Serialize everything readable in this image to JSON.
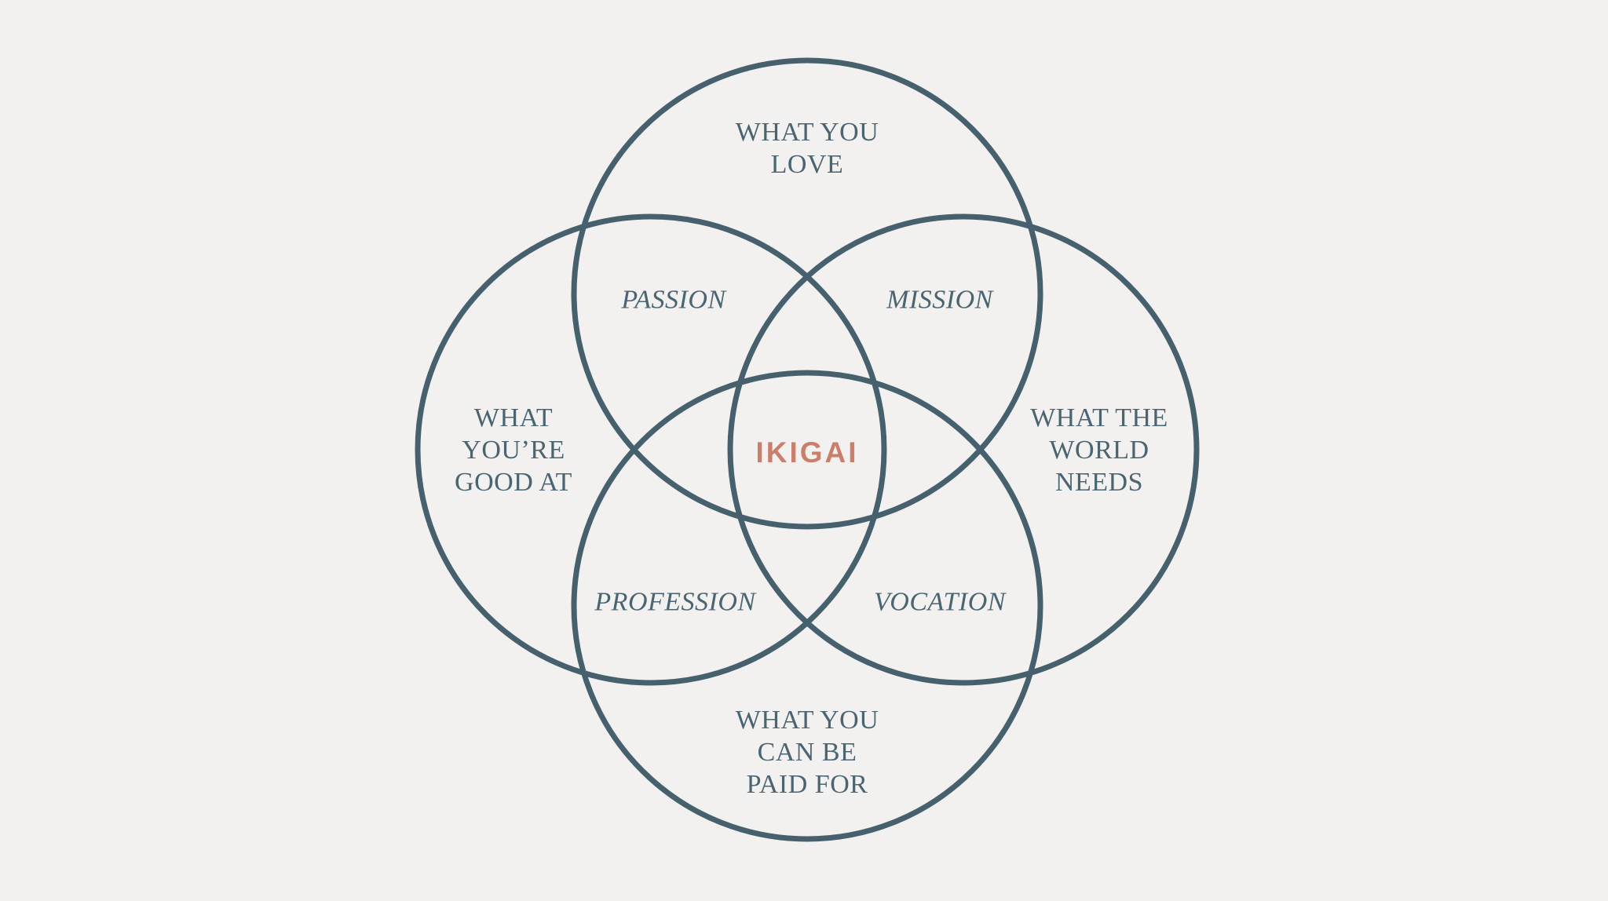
{
  "colors": {
    "background": "#f2f1ef",
    "circle_stroke": "#46606e",
    "label_text": "#4a6471",
    "ikigai_text": "#c97f6b"
  },
  "diagram": {
    "type": "venn-4-circle",
    "center_label": "IKIGAI",
    "circles": [
      {
        "id": "love",
        "label": "WHAT YOU\nLOVE",
        "position": "top"
      },
      {
        "id": "good-at",
        "label": "WHAT\nYOU’RE\nGOOD AT",
        "position": "left"
      },
      {
        "id": "needs",
        "label": "WHAT THE\nWORLD\nNEEDS",
        "position": "right"
      },
      {
        "id": "paid-for",
        "label": "WHAT YOU\nCAN BE\nPAID FOR",
        "position": "bottom"
      }
    ],
    "intersections": [
      {
        "id": "passion",
        "label": "PASSION",
        "overlap_of": "love + good-at"
      },
      {
        "id": "mission",
        "label": "MISSION",
        "overlap_of": "love + needs"
      },
      {
        "id": "profession",
        "label": "PROFESSION",
        "overlap_of": "good-at + paid-for"
      },
      {
        "id": "vocation",
        "label": "VOCATION",
        "overlap_of": "needs + paid-for"
      }
    ]
  }
}
